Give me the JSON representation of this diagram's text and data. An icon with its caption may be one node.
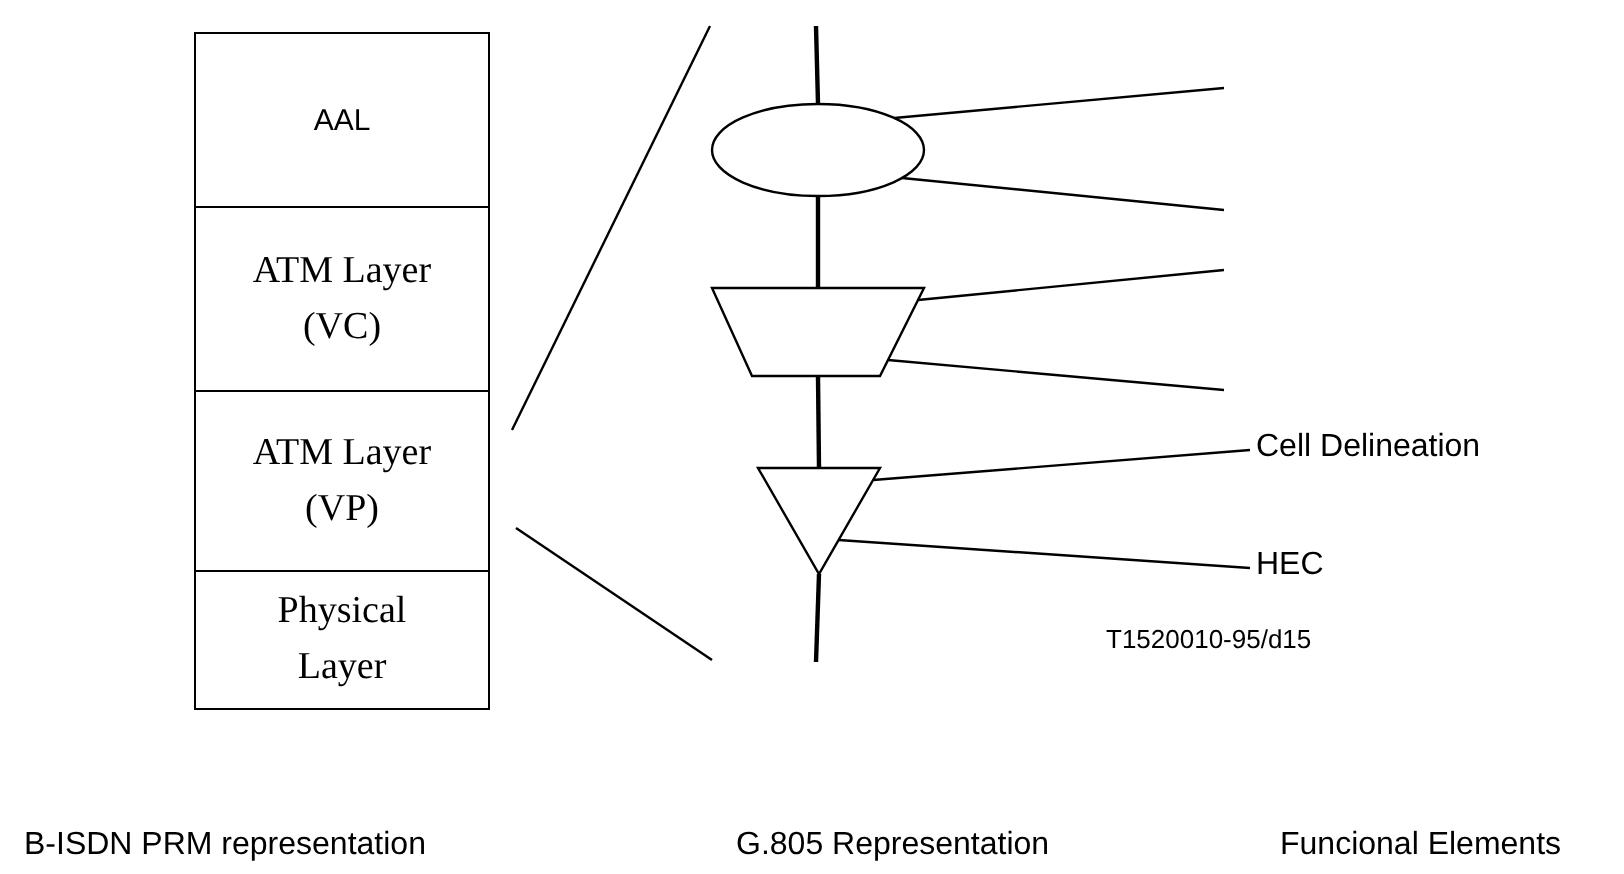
{
  "diagram": {
    "nodes": [
      {
        "text": [
          "AAL"
        ]
      },
      {
        "text": [
          "ATM Layer (VC)"
        ]
      },
      {
        "text": [
          "ATM Layer (VP)"
        ]
      },
      {
        "text": [
          "Physical Layer"
        ]
      },
      {
        "text": [],
        "shape": "ellipse"
      },
      {
        "text": [],
        "shape": "trapezoid"
      },
      {
        "text": [],
        "shape": "triangle"
      },
      {
        "text": [
          "Cell Delineation"
        ]
      },
      {
        "text": [
          "HEC"
        ]
      }
    ],
    "edges": [
      {
        "from": null,
        "to": 4,
        "arrow": "none"
      },
      {
        "from": 4,
        "to": 5,
        "arrow": "none"
      },
      {
        "from": 5,
        "to": 6,
        "arrow": "none"
      },
      {
        "from": 6,
        "to": null,
        "arrow": "none"
      },
      {
        "from": 4,
        "to": null,
        "arrow": "none"
      },
      {
        "from": 4,
        "to": null,
        "arrow": "none"
      },
      {
        "from": 5,
        "to": null,
        "arrow": "none"
      },
      {
        "from": 5,
        "to": null,
        "arrow": "none"
      },
      {
        "from": 6,
        "to": 7,
        "arrow": "none"
      },
      {
        "from": 6,
        "to": 8,
        "arrow": "none"
      }
    ],
    "labels": [
      "T1520010-95/d15",
      "B-ISDN PRM representation",
      "G.805 Representation",
      "Funcional Elements"
    ]
  }
}
